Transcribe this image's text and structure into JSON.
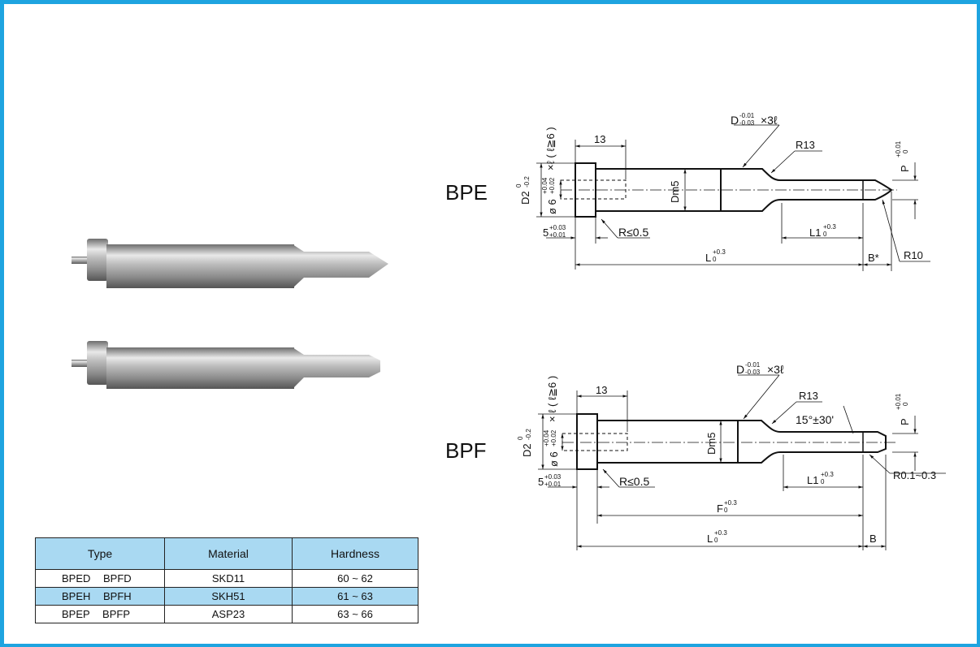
{
  "bpe": {
    "title": "BPE",
    "dims": {
      "head_len": "13",
      "shank_tol": "D",
      "shank_tol_up": "-0.01",
      "shank_tol_lo": "-0.03",
      "shank_len": "×3ℓ",
      "fillet": "R13",
      "p": "P",
      "p_up": "+0.01",
      "p_lo": "0",
      "d2": "D2",
      "d2_up": "0",
      "d2_lo": "-0.2",
      "hole": "ø 6",
      "hole_up": "+0.04",
      "hole_lo": "+0.02",
      "hole_len": "×ℓ ( ℓ≧6 )",
      "dm": "Dm5",
      "head_thick": "5",
      "head_thick_up": "+0.03",
      "head_thick_lo": "+0.01",
      "corner": "R≤0.5",
      "l1": "L1",
      "l1_up": "+0.3",
      "l1_lo": "0",
      "l": "L",
      "l_up": "+0.3",
      "l_lo": "0",
      "b": "B*",
      "tip": "R10"
    }
  },
  "bpf": {
    "title": "BPF",
    "dims": {
      "head_len": "13",
      "shank_tol": "D",
      "shank_tol_up": "-0.01",
      "shank_tol_lo": "-0.03",
      "shank_len": "×3ℓ",
      "fillet": "R13",
      "angle": "15°±30'",
      "p": "P",
      "p_up": "+0.01",
      "p_lo": "0",
      "d2": "D2",
      "d2_up": "0",
      "d2_lo": "-0.2",
      "hole": "ø 6",
      "hole_up": "+0.04",
      "hole_lo": "+0.02",
      "hole_len": "× ℓ ( ℓ≧6 )",
      "dm": "Dm5",
      "head_thick": "5",
      "head_thick_up": "+0.03",
      "head_thick_lo": "+0.01",
      "corner": "R≤0.5",
      "l1": "L1",
      "l1_up": "+0.3",
      "l1_lo": "0",
      "f": "F",
      "f_up": "+0.3",
      "f_lo": "0",
      "l": "L",
      "l_up": "+0.3",
      "l_lo": "0",
      "b": "B",
      "tip": "R0.1~0.3"
    }
  },
  "table": {
    "headers": [
      "Type",
      "Material",
      "Hardness"
    ],
    "rows": [
      {
        "type": "BPED BPFD",
        "material": "SKD11",
        "hardness": "60 ~ 62"
      },
      {
        "type": "BPEH BPFH",
        "material": "SKH51",
        "hardness": "61 ~ 63"
      },
      {
        "type": "BPEP BPFP",
        "material": "ASP23",
        "hardness": "63 ~ 66"
      }
    ]
  },
  "colors": {
    "frame": "#1ea4e0",
    "table_fill": "#a9d9f2"
  },
  "images": [
    "pin-photo-bpe",
    "pin-photo-bpf"
  ]
}
